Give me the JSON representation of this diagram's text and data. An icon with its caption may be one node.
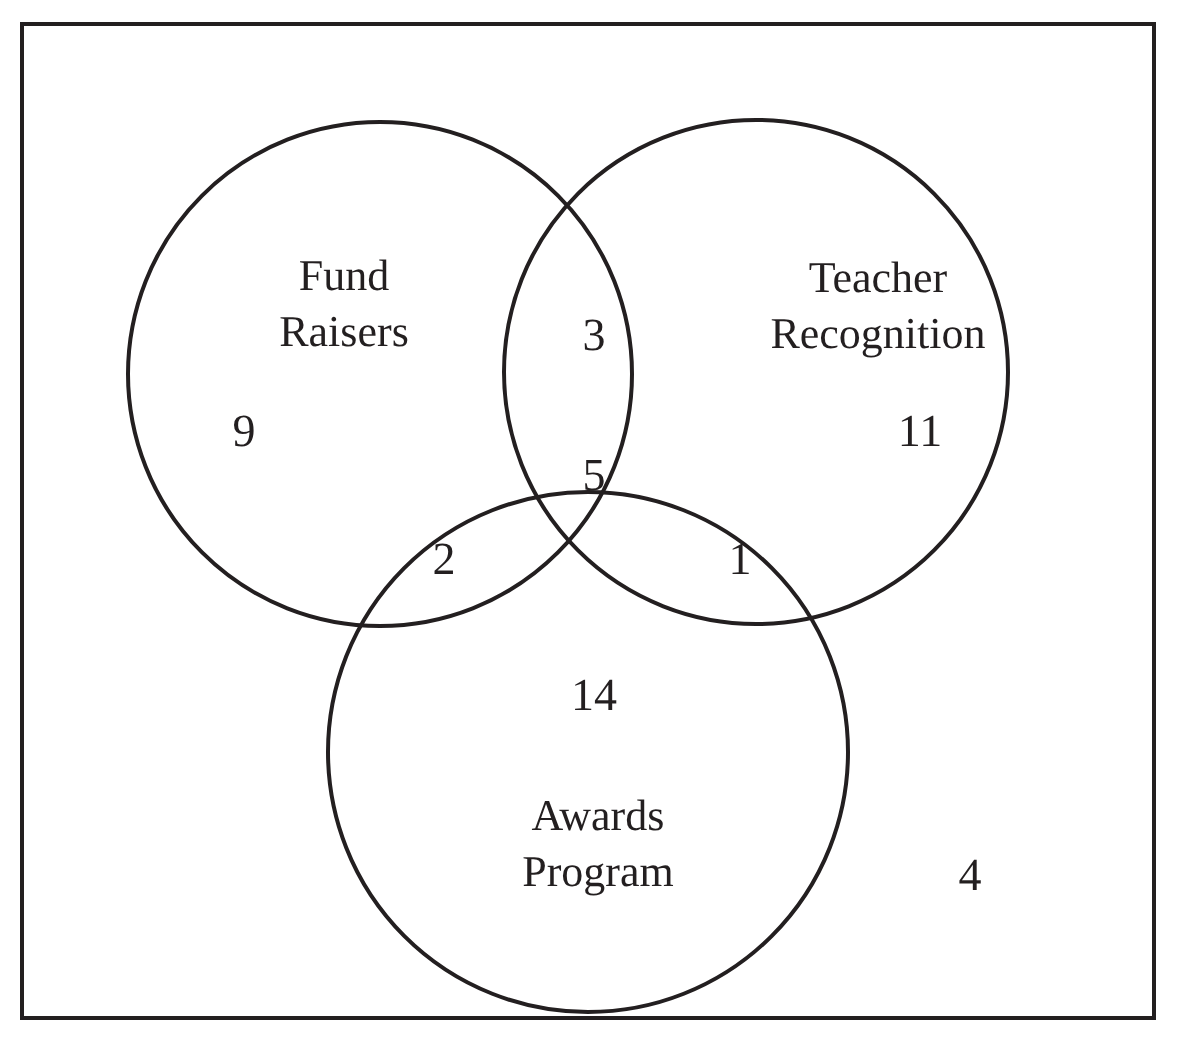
{
  "diagram": {
    "nodes": [
      {
        "text": [],
        "shape": "box"
      },
      {
        "text": [
          "Fund Raisers"
        ],
        "in": 0
      },
      {
        "text": [
          "Teacher Recognition"
        ],
        "in": 0
      },
      {
        "text": [
          "Awards Program"
        ],
        "in": 0
      }
    ],
    "labels": [
      "3",
      "9",
      "11",
      "5",
      "2",
      "1",
      "14",
      "4"
    ]
  }
}
